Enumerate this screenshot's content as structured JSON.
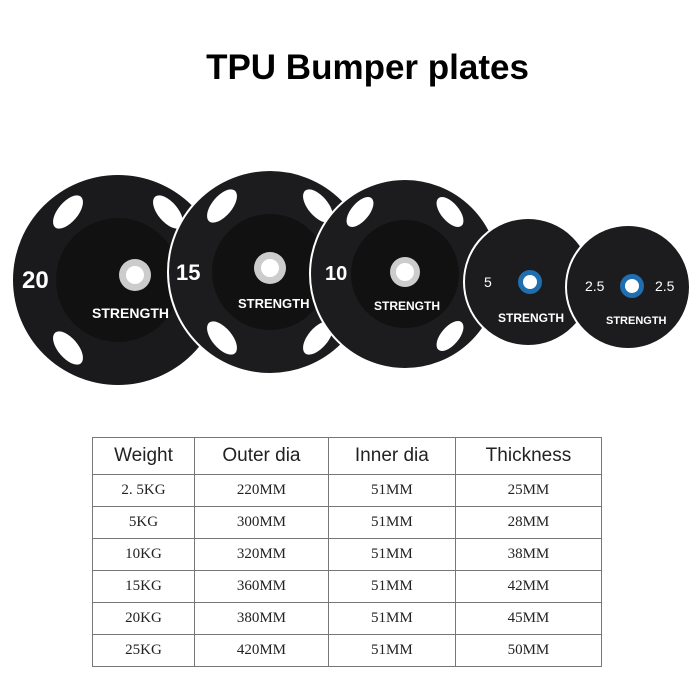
{
  "title": "TPU Bumper plates",
  "plates": [
    {
      "weight_label": "20",
      "brand": "STRENGTH",
      "hub_color": "#c8c8c8"
    },
    {
      "weight_label": "15",
      "brand": "STRENGTH",
      "hub_color": "#c8c8c8"
    },
    {
      "weight_label": "10",
      "brand": "STRENGTH",
      "hub_color": "#c8c8c8"
    },
    {
      "weight_label": "5",
      "brand": "STRENGTH",
      "hub_color": "#1f6fb0"
    },
    {
      "weight_label": "2.5",
      "brand": "STRENGTH",
      "hub_color": "#1f6fb0"
    }
  ],
  "table": {
    "headers": [
      "Weight",
      "Outer dia",
      "Inner dia",
      "Thickness"
    ],
    "rows": [
      [
        "2. 5KG",
        "220MM",
        "51MM",
        "25MM"
      ],
      [
        "5KG",
        "300MM",
        "51MM",
        "28MM"
      ],
      [
        "10KG",
        "320MM",
        "51MM",
        "38MM"
      ],
      [
        "15KG",
        "360MM",
        "51MM",
        "42MM"
      ],
      [
        "20KG",
        "380MM",
        "51MM",
        "45MM"
      ],
      [
        "25KG",
        "420MM",
        "51MM",
        "50MM"
      ]
    ]
  }
}
